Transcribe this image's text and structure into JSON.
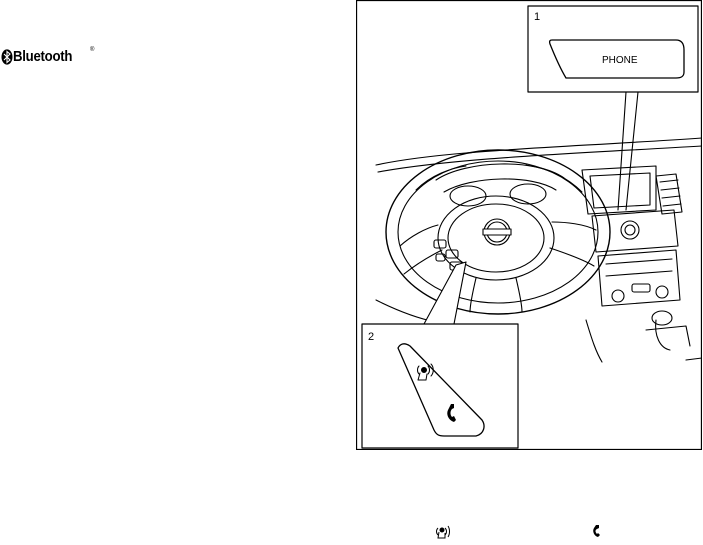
{
  "logo": {
    "text": "Bluetooth",
    "registered_mark": "®"
  },
  "figure": {
    "callout_1": {
      "number": "1",
      "label": "PHONE"
    },
    "callout_2": {
      "number": "2",
      "icons": [
        "voice-talk-icon",
        "phone-handset-icon"
      ]
    }
  },
  "footer": {
    "icons": [
      "voice-talk-icon",
      "phone-handset-icon"
    ]
  }
}
